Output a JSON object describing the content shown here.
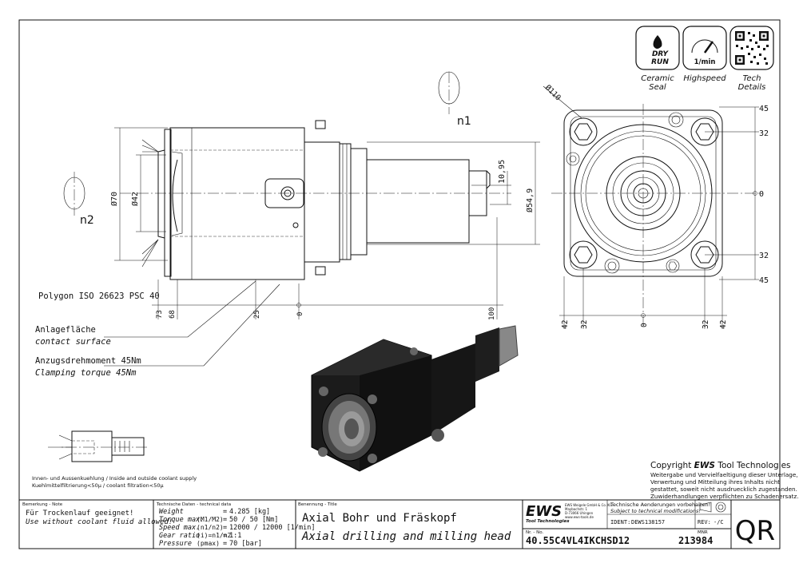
{
  "drawing": {
    "side_view": {
      "rotation_label": "n1",
      "rotation_label_left": "n2",
      "dim_d70": "Ø70",
      "dim_d42": "Ø42",
      "dim_d549": "Ø54,9",
      "dim_1095": "10,95",
      "polygon_label": "Polygon ISO 26623 PSC 40",
      "bottom_dims": [
        "73",
        "68",
        "25",
        "0",
        "100"
      ],
      "contact_surface_de": "Anlagefläche",
      "contact_surface_en": "contact surface",
      "clamping_de": "Anzugsdrehmoment 45Nm",
      "clamping_en": "Clamping torque 45Nm"
    },
    "front_view": {
      "dim_d110": "Ø110",
      "right_dims": [
        "45",
        "32",
        "0",
        "32",
        "45"
      ],
      "bottom_dims": [
        "42",
        "32",
        "0",
        "32",
        "42"
      ]
    },
    "coolant": {
      "line1": "Innen- und Aussenkuehlung / Inside and outside coolant supply",
      "line2": "Kuehlmittelfiltrierung<50µ / coolant filtration<50µ"
    }
  },
  "badges": {
    "ceramic_top": "DRY",
    "ceramic_bottom": "RUN",
    "ceramic_caption_1": "Ceramic",
    "ceramic_caption_2": "Seal",
    "speed_unit": "1/min",
    "speed_caption": "Highspeed",
    "tech_caption_1": "Tech",
    "tech_caption_2": "Details"
  },
  "copyright": {
    "title_prefix": "Copyright ",
    "title_brand": "EWS",
    "title_suffix": " Tool Technologies",
    "lines": [
      "Weitergabe und Vervielfaeltigung dieser Unterlage,",
      "Verwertung und Mitteilung ihres Inhalts nicht",
      "gestattet, soweit nicht ausdruecklich zugestanden.",
      "Zuwiderhandlungen verpflichten zu Schadenersatz."
    ]
  },
  "title_block": {
    "note_header": "Bemerkung - Note",
    "note_de": "Für Trockenlauf geeignet!",
    "note_en": "Use without coolant fluid allowed!",
    "tech_header": "Technische Daten - technical data",
    "tech_rows": [
      {
        "label": "Weight",
        "sub": "",
        "value": "4.285 [kg]"
      },
      {
        "label": "Torque max.",
        "sub": "(M1/M2)",
        "value": "50 / 50 [Nm]"
      },
      {
        "label": "Speed max.",
        "sub": "(n1/n2)",
        "value": "12000 / 12000 [1/min]"
      },
      {
        "label": "Gear ratio",
        "sub": "(i)=n1/n2",
        "value": "1:1"
      },
      {
        "label": "Pressure",
        "sub": "(pmax)",
        "value": "70 [bar]"
      }
    ],
    "title_header": "Benennung - Title",
    "title_de": "Axial Bohr und Fräskopf",
    "title_en": "Axial drilling and milling head",
    "logo": "EWS",
    "logo_sub": "Tool Technologies",
    "company_lines": [
      "EWS Weigele GmbH & Co. KG",
      "Maybachstr. 1",
      "D-73066 Uhingen",
      "www.ews-tools.de"
    ],
    "changes_de": "Technische Aenderungen vorbehalten!",
    "changes_en": "Subject to technical modifications!",
    "ident_label": "IDENT:",
    "ident_value": "DEWS138157",
    "rev_label": "REV:",
    "rev_value": "-/C",
    "nr_label": "Nr. - No.",
    "part_number": "40.55C4VL4IKCHSD12",
    "mnr_label": "MNR",
    "mnr_value": "213984",
    "qr_label": "QR"
  }
}
